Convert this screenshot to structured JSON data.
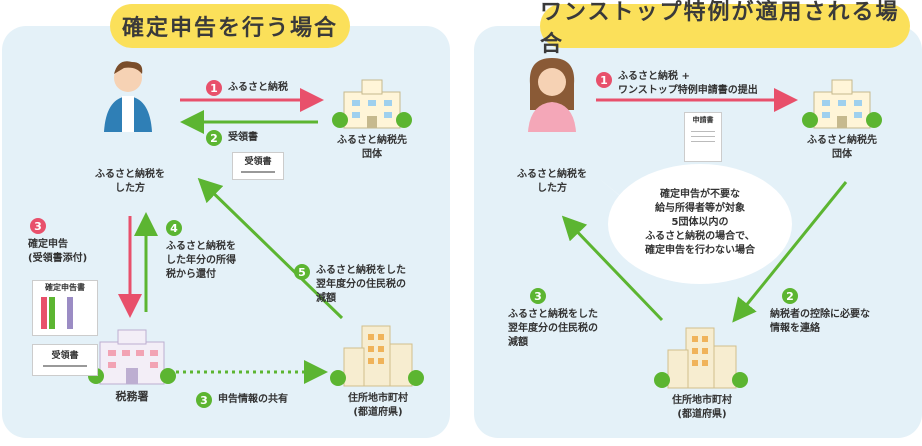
{
  "left": {
    "title": "確定申告を行う場合",
    "person_label": [
      "ふるさと納税を",
      "した方"
    ],
    "muni_label": [
      "ふるさと納税先",
      "団体"
    ],
    "tax_office_label": "税務署",
    "city_label": [
      "住所地市町村",
      "(都道府県)"
    ],
    "steps": {
      "s1": {
        "num": "1",
        "text": "ふるさと納税"
      },
      "s2": {
        "num": "2",
        "text": "受領書"
      },
      "s3": {
        "num": "3",
        "lines": [
          "確定申告",
          "(受領書添付)"
        ]
      },
      "s4": {
        "num": "4",
        "lines": [
          "ふるさと納税を",
          "した年分の所得",
          "税から還付"
        ]
      },
      "s5": {
        "num": "5",
        "lines": [
          "ふるさと納税をした",
          "翌年度分の住民税の",
          "減額"
        ]
      },
      "share": {
        "num": "3",
        "text": "申告情報の共有"
      }
    },
    "receipt_doc": "受領書",
    "receipt_doc2": "受領書",
    "tax_return_doc": "確定申告書"
  },
  "right": {
    "title": "ワンストップ特例が適用される場合",
    "person_label": [
      "ふるさと納税を",
      "した方"
    ],
    "muni_label": [
      "ふるさと納税先",
      "団体"
    ],
    "city_label": [
      "住所地市町村",
      "(都道府県)"
    ],
    "application_doc": "申請書",
    "steps": {
      "s1": {
        "num": "1",
        "lines": [
          "ふるさと納税 +",
          "ワンストップ特例申請書の提出"
        ]
      },
      "s2": {
        "num": "2",
        "lines": [
          "納税者の控除に必要な",
          "情報を連絡"
        ]
      },
      "s3": {
        "num": "3",
        "lines": [
          "ふるさと納税をした",
          "翌年度分の住民税の",
          "減額"
        ]
      }
    },
    "bubble": [
      "確定申告が不要な",
      "給与所得者等が対象",
      "5団体以内の",
      "ふるさと納税の場合で、",
      "確定申告を行わない場合"
    ]
  },
  "colors": {
    "pink": "#e8506b",
    "green": "#5cb531",
    "yellow": "#fbe05a",
    "panel": "#e4f1f8"
  }
}
